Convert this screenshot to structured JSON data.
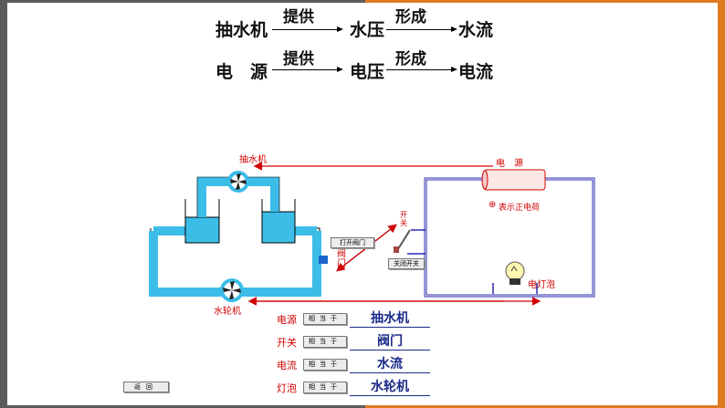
{
  "equations": [
    {
      "left": "抽水机",
      "over1": "提供",
      "middle": "水压",
      "over2": "形成",
      "right": "水流"
    },
    {
      "left": "电　源",
      "over1": "提供",
      "middle": "电压",
      "over2": "形成",
      "right": "电流"
    }
  ],
  "diagram": {
    "pump_label": "抽水机",
    "turbine_label": "水轮机",
    "valve_label": "阀\n门",
    "open_valve_button": "打开阀门",
    "switch_label": "开\n关",
    "close_switch_button": "关闭开关",
    "source_label": "电　源",
    "positive_label": "表示正电荷",
    "positive_symbol": "⊕",
    "bulb_label": "电灯泡",
    "water_color": "#3cbde8",
    "arrow_color": "#d00000",
    "wire_color": "#2a2ab0"
  },
  "analogy": {
    "rows": [
      {
        "label": "电源",
        "button": "相当于",
        "answer": "抽水机"
      },
      {
        "label": "开关",
        "button": "相当于",
        "answer": "阀门"
      },
      {
        "label": "电流",
        "button": "相当于",
        "answer": "水流"
      },
      {
        "label": "灯泡",
        "button": "相当于",
        "answer": "水轮机"
      }
    ]
  },
  "back_button": "返回"
}
